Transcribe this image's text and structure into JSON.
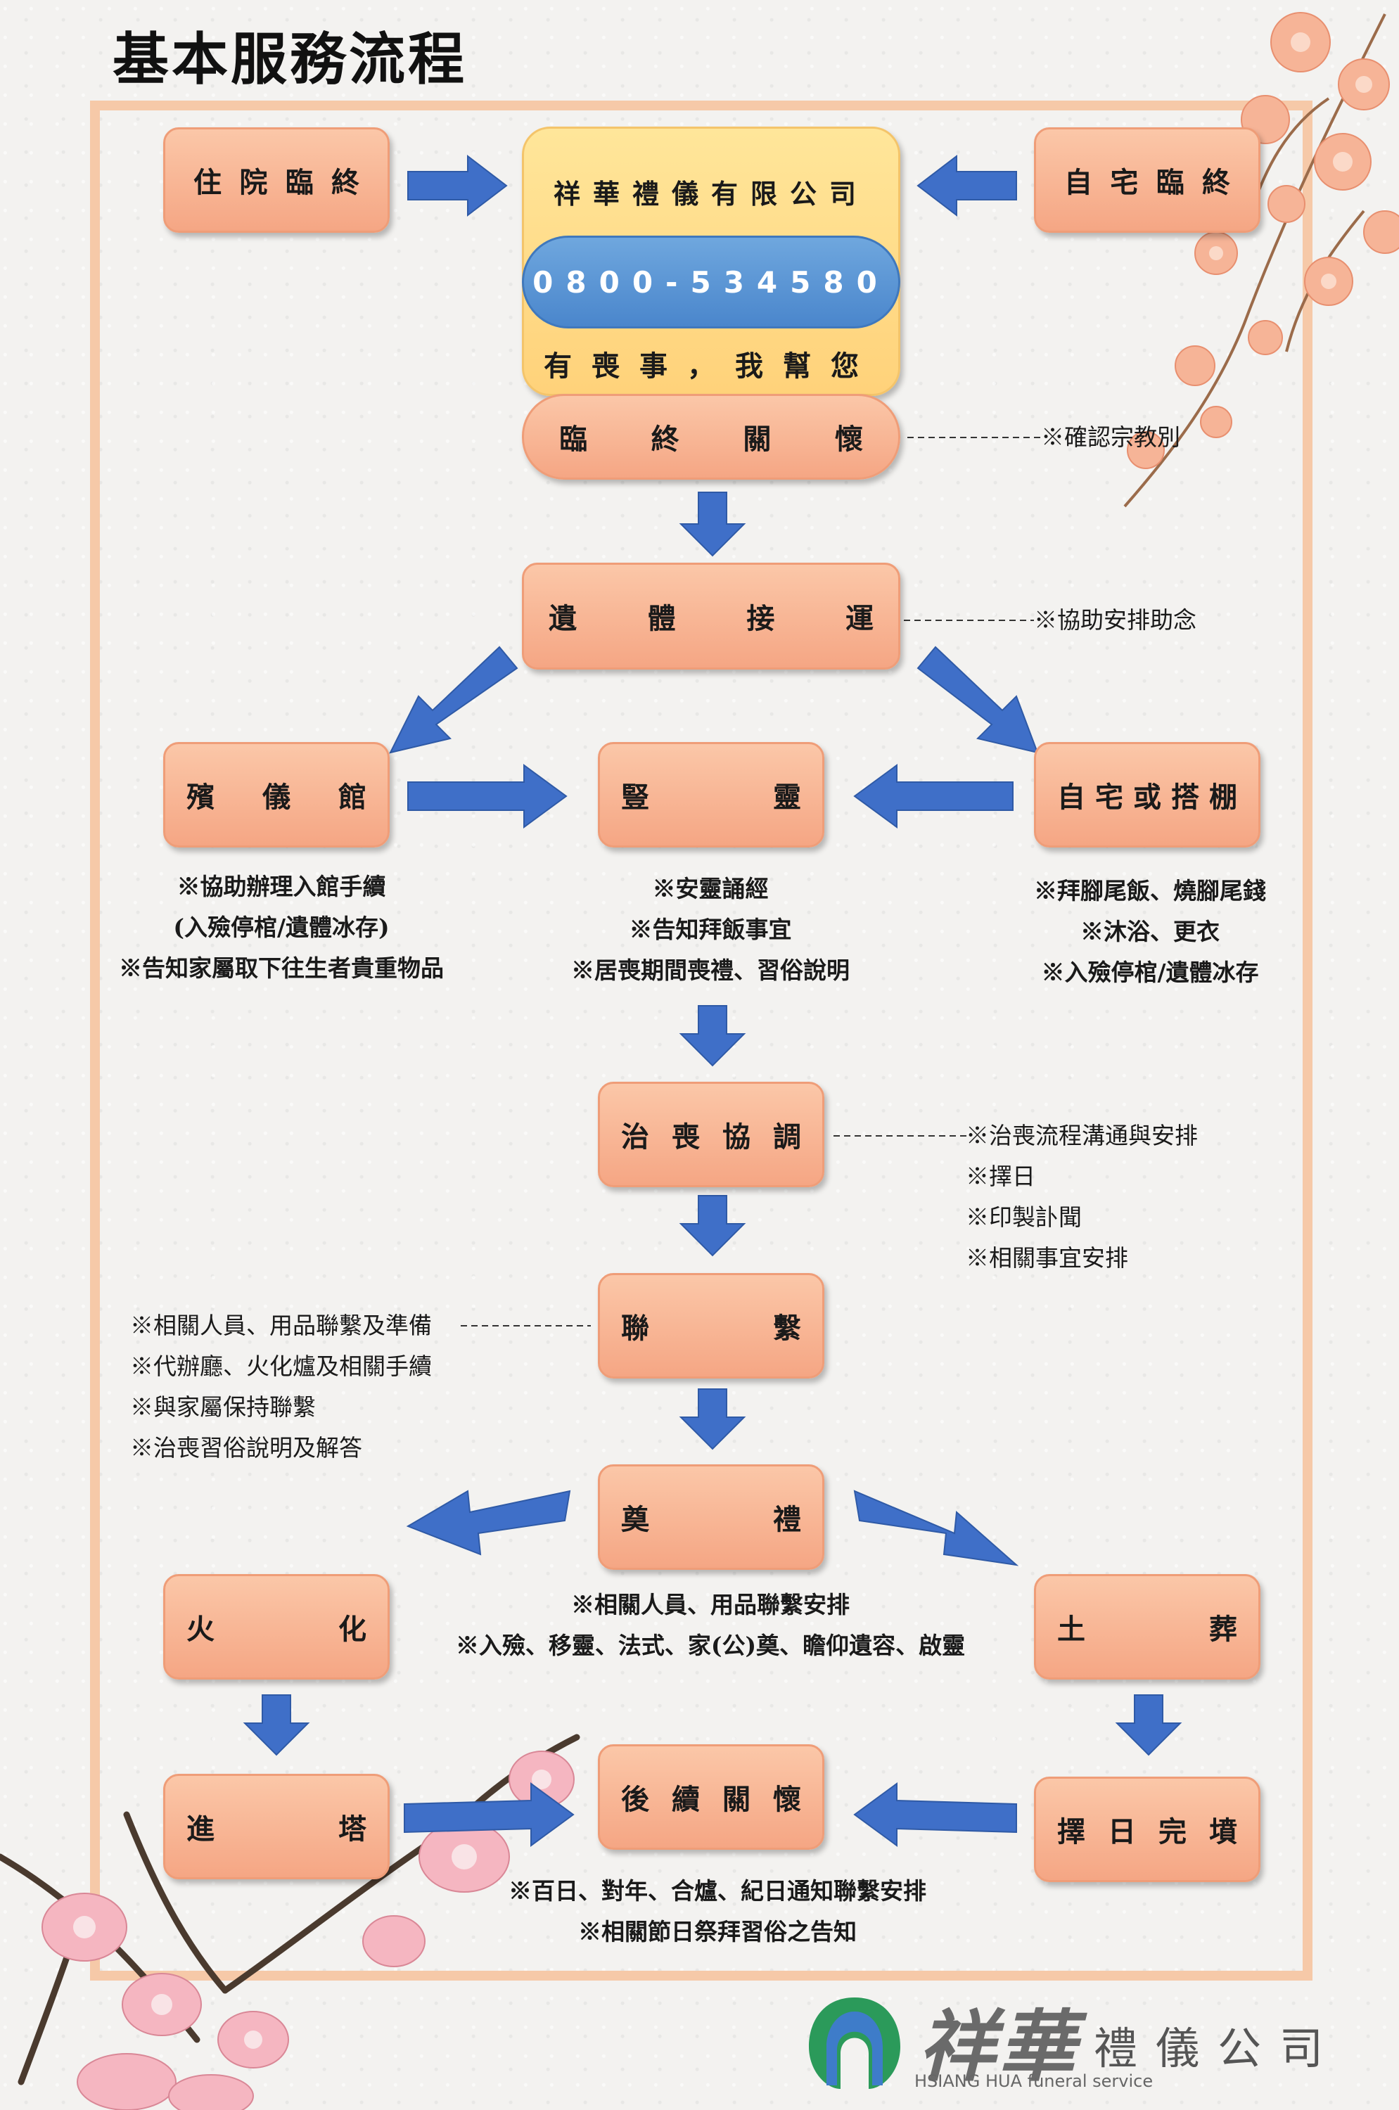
{
  "title": "基本服務流程",
  "company_box": {
    "name": "祥華禮儀有限公司",
    "phone": "0800-534580",
    "slogan": "有喪事，我幫您"
  },
  "boxes": {
    "hospital": [
      "住",
      "院",
      "臨",
      "終"
    ],
    "home_death": [
      "自",
      "宅",
      "臨",
      "終"
    ],
    "care": [
      "臨",
      "終",
      "關",
      "懷"
    ],
    "transport": [
      "遺",
      "體",
      "接",
      "運"
    ],
    "funeral_home": [
      "殯",
      "儀",
      "館"
    ],
    "altar": [
      "豎",
      "靈"
    ],
    "home_tent": [
      "自",
      "宅",
      "或",
      "搭",
      "棚"
    ],
    "coordination": [
      "治",
      "喪",
      "協",
      "調"
    ],
    "contact": [
      "聯",
      "繫"
    ],
    "ceremony": [
      "奠",
      "禮"
    ],
    "cremation": [
      "火",
      "化"
    ],
    "burial": [
      "土",
      "葬"
    ],
    "tower": [
      "進",
      "塔"
    ],
    "follow_up": [
      "後",
      "續",
      "關",
      "懷"
    ],
    "tomb": [
      "擇",
      "日",
      "完",
      "墳"
    ]
  },
  "notes": {
    "care": "※確認宗教別",
    "transport": "※協助安排助念",
    "funeral_home": [
      "※協助辦理入館手續",
      "(入殮停棺/遺體冰存)",
      "※告知家屬取下往生者貴重物品"
    ],
    "altar": [
      "※安靈誦經",
      "※告知拜飯事宜",
      "※居喪期間喪禮、習俗說明"
    ],
    "home_tent": [
      "※拜腳尾飯、燒腳尾錢",
      "※沐浴、更衣",
      "※入殮停棺/遺體冰存"
    ],
    "coordination": [
      "※治喪流程溝通與安排",
      "※擇日",
      "※印製訃聞",
      "※相關事宜安排"
    ],
    "contact": [
      "※相關人員、用品聯繫及準備",
      "※代辦廳、火化爐及相關手續",
      "※與家屬保持聯繫",
      "※治喪習俗說明及解答"
    ],
    "ceremony": [
      "※相關人員、用品聯繫安排",
      "※入殮、移靈、法式、家(公)奠、瞻仰遺容、啟靈"
    ],
    "follow_up": [
      "※百日、對年、合爐、紀日通知聯繫安排",
      "※相關節日祭拜習俗之告知"
    ]
  },
  "logo": {
    "mark": "祥華",
    "suffix": "禮儀公司",
    "english": "HSIANG HUA funeral service"
  },
  "colors": {
    "box_fill": "#f7b594",
    "box_border": "#ef9d78",
    "company_fill": "#ffdc8a",
    "phone_fill": "#5b96d6",
    "arrow": "#3f6fc8",
    "frame": "#f6c9a8"
  }
}
